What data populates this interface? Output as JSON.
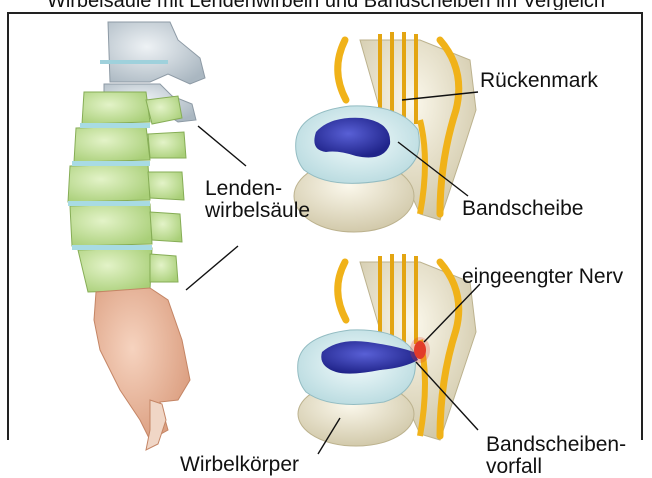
{
  "top_cropped_text": "Wirbelsäule mit Lendenwirbeln und Bandscheiben im Vergleich",
  "labels": {
    "lenden_line1": "Lenden-",
    "lenden_line2": "wirbelsäule",
    "rueckenmark": "Rückenmark",
    "bandscheibe": "Bandscheibe",
    "eingeengter_nerv": "eingeengter Nerv",
    "bandscheibenvorfall_line1": "Bandscheiben-",
    "bandscheibenvorfall_line2": "vorfall",
    "wirbelkoerper": "Wirbelkörper"
  },
  "colors": {
    "lumbar_green": "#c5e39a",
    "thoracic_grey": "#c9d3da",
    "sacrum_pink": "#ecb598",
    "bone_ivory": "#ece6cf",
    "disc_light": "#d9eef0",
    "disc_core_blue": "#2f34a8",
    "nerve_yellow": "#f0b219",
    "herniation_red": "#e23b2a"
  }
}
